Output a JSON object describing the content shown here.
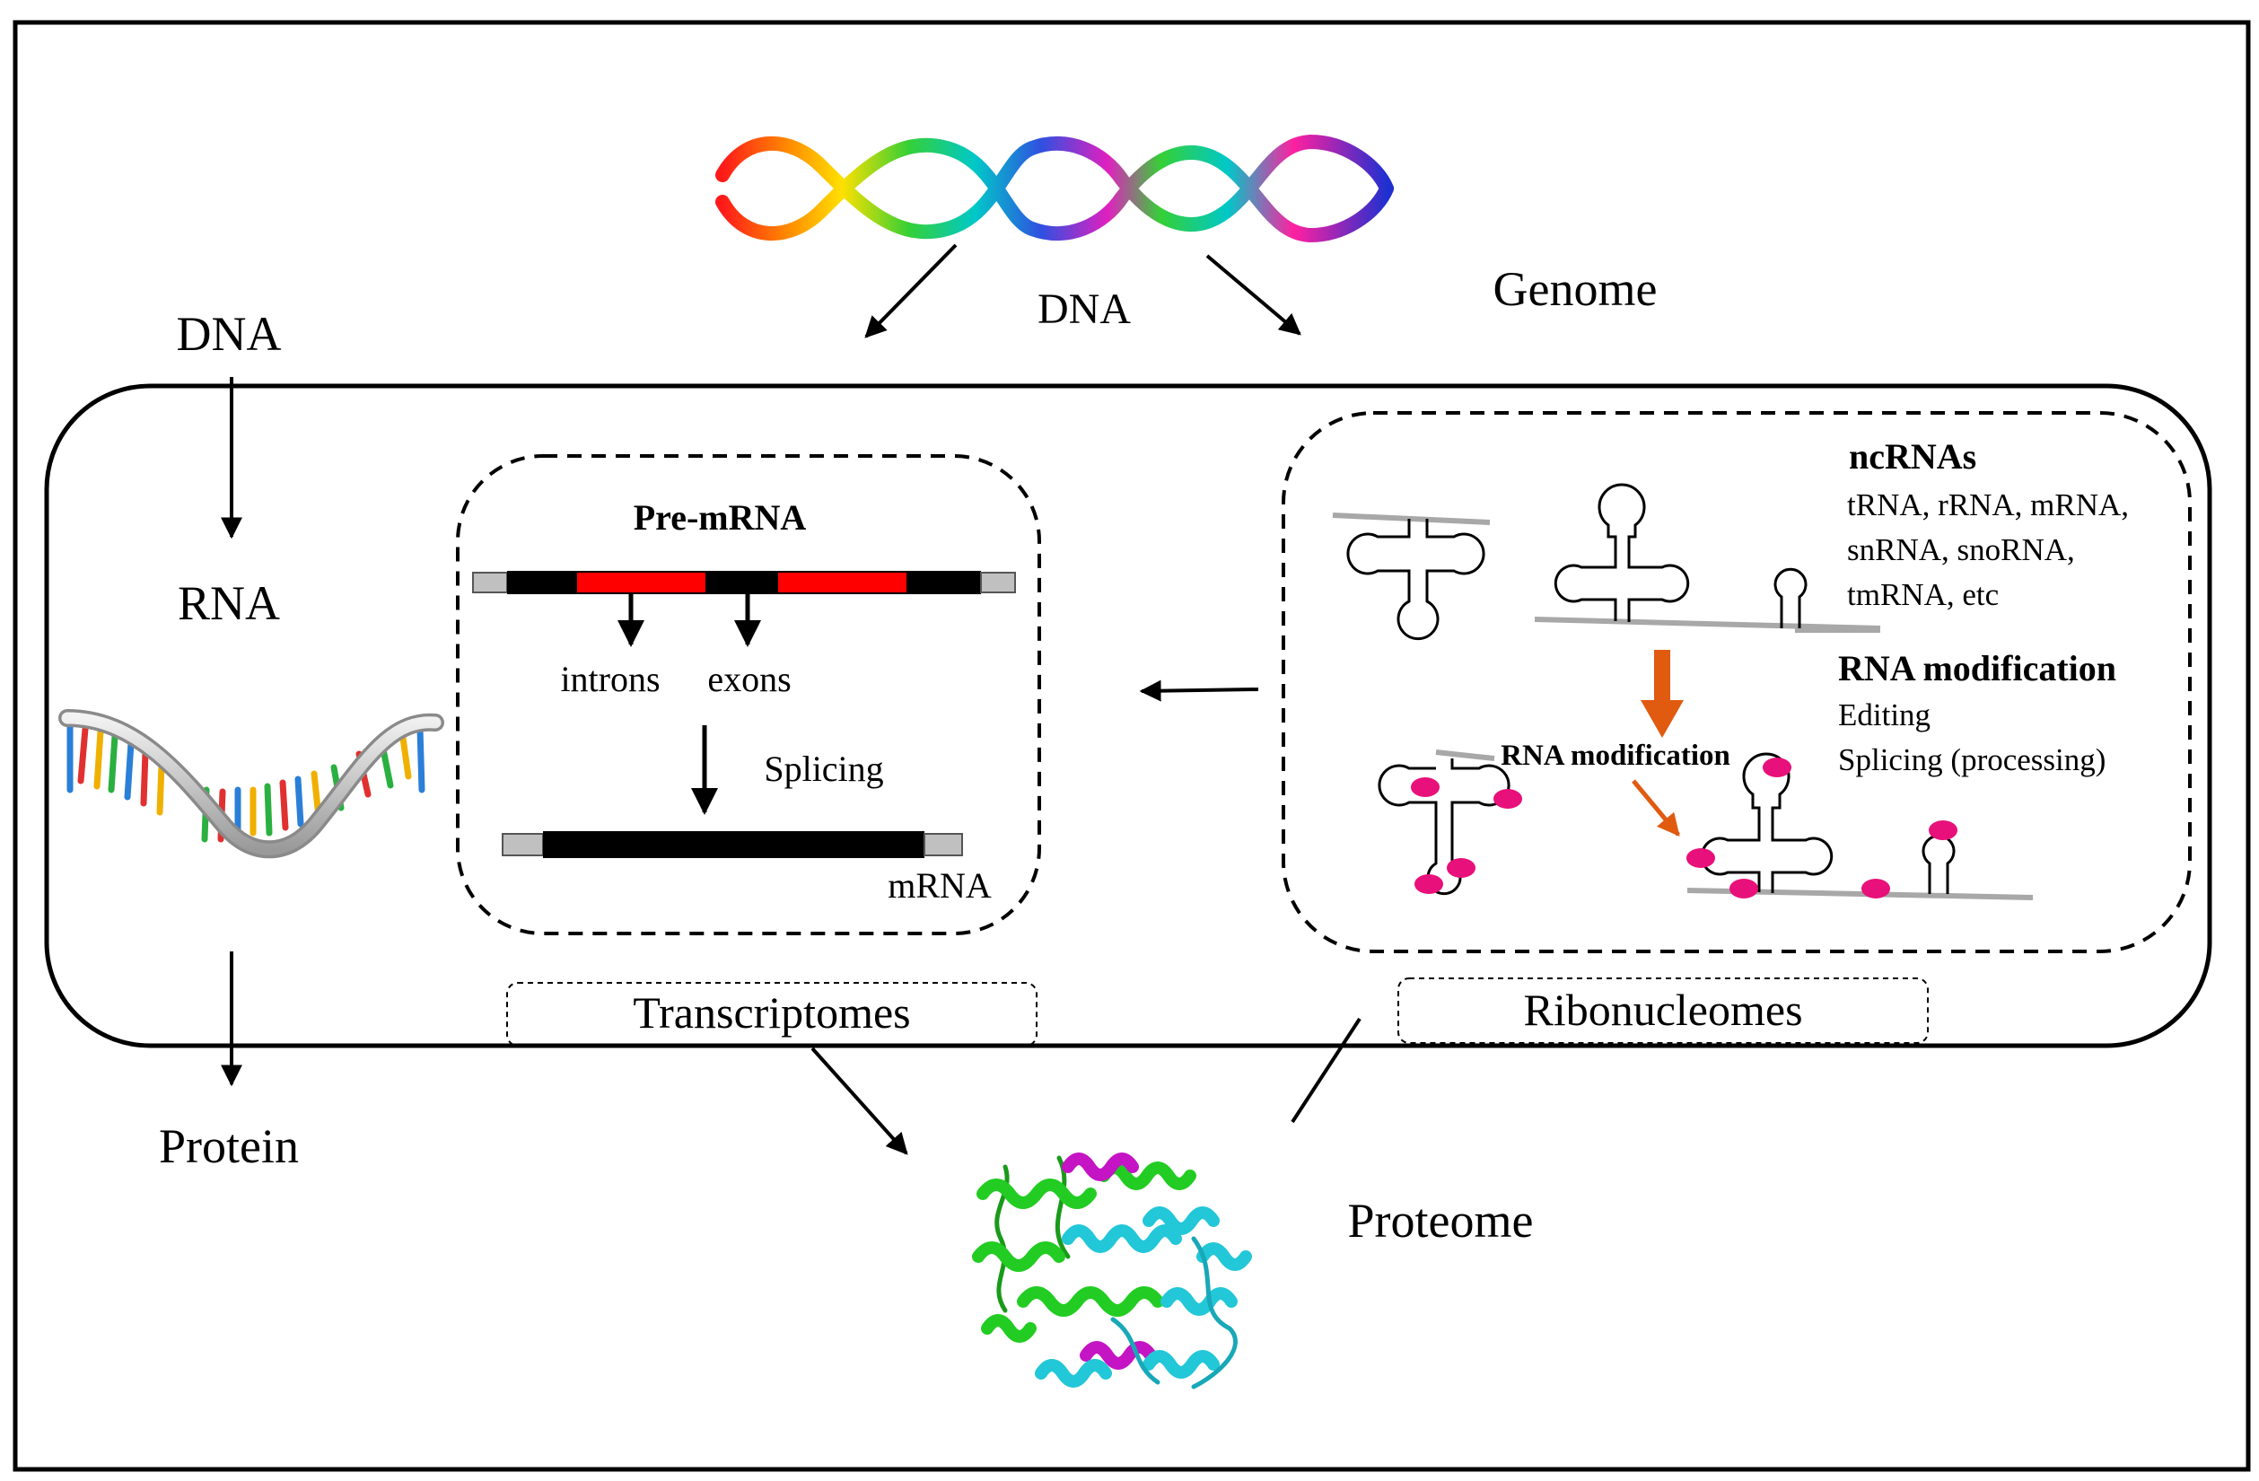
{
  "genome": {
    "dna_label": "DNA",
    "genome_label": "Genome"
  },
  "central_dogma": {
    "dna": "DNA",
    "rna": "RNA",
    "protein": "Protein"
  },
  "transcriptome_panel": {
    "title": "Pre-mRNA",
    "introns": "introns",
    "exons": "exons",
    "splicing": "Splicing",
    "mrna": "mRNA",
    "box_label": "Transcriptomes"
  },
  "ribonucleome_panel": {
    "ncrnas_title": "ncRNAs",
    "ncrnas_line1": "tRNA, rRNA, mRNA,",
    "ncrnas_line2": "snRNA, snoRNA,",
    "ncrnas_line3": "tmRNA, etc",
    "modification_title": "RNA modification",
    "editing": "Editing",
    "splicing_processing": "Splicing  (processing)",
    "modification_arrow_label": "RNA modification",
    "box_label": "Ribonucleomes"
  },
  "proteome": {
    "label": "Proteome"
  },
  "colors": {
    "exon_red": "#ff0000",
    "intron_black": "#000000",
    "utr_gray": "#c0c0c0",
    "modification_pink": "#e8107a",
    "orange_arrow": "#e05a10",
    "helix_green": "#22cc22",
    "helix_cyan": "#22c7d8",
    "helix_magenta": "#c414c4"
  }
}
